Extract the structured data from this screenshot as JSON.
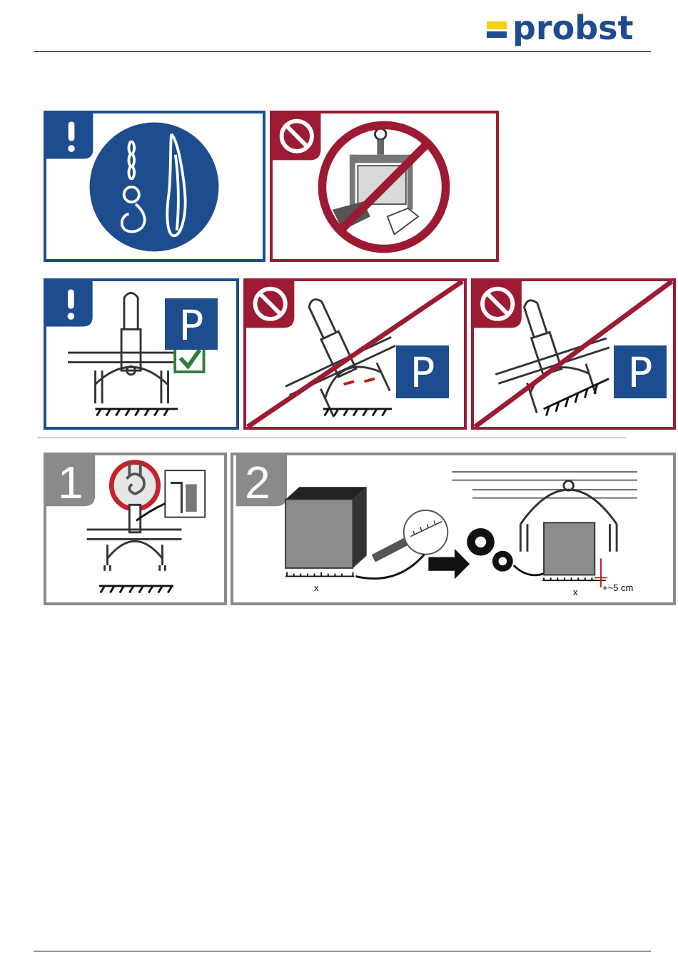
{
  "brand": {
    "logo_text": "probst",
    "logo_color": "#1d4c8f",
    "logo_accent": "#f7d100"
  },
  "colors": {
    "mandatory_blue": "#1d4c8f",
    "prohibition_red": "#9c1b33",
    "step_grey": "#8a8a8a"
  },
  "row1": [
    {
      "kind": "mandatory",
      "icon": "exclamation-icon",
      "content": "hook-and-sling-icon"
    },
    {
      "kind": "prohibition",
      "icon": "no-entry-icon",
      "content": "hands-under-load-icon"
    }
  ],
  "row2": [
    {
      "kind": "mandatory",
      "icon": "exclamation-icon",
      "parking_label": "P",
      "status": "check-icon"
    },
    {
      "kind": "prohibition",
      "icon": "no-entry-icon",
      "parking_label": "P"
    },
    {
      "kind": "prohibition",
      "icon": "no-entry-icon",
      "parking_label": "P"
    }
  ],
  "steps": [
    {
      "number": "1"
    },
    {
      "number": "2",
      "dimension_label": "x",
      "dimension_label_2": "x",
      "offset_label": "+~5 cm"
    }
  ]
}
